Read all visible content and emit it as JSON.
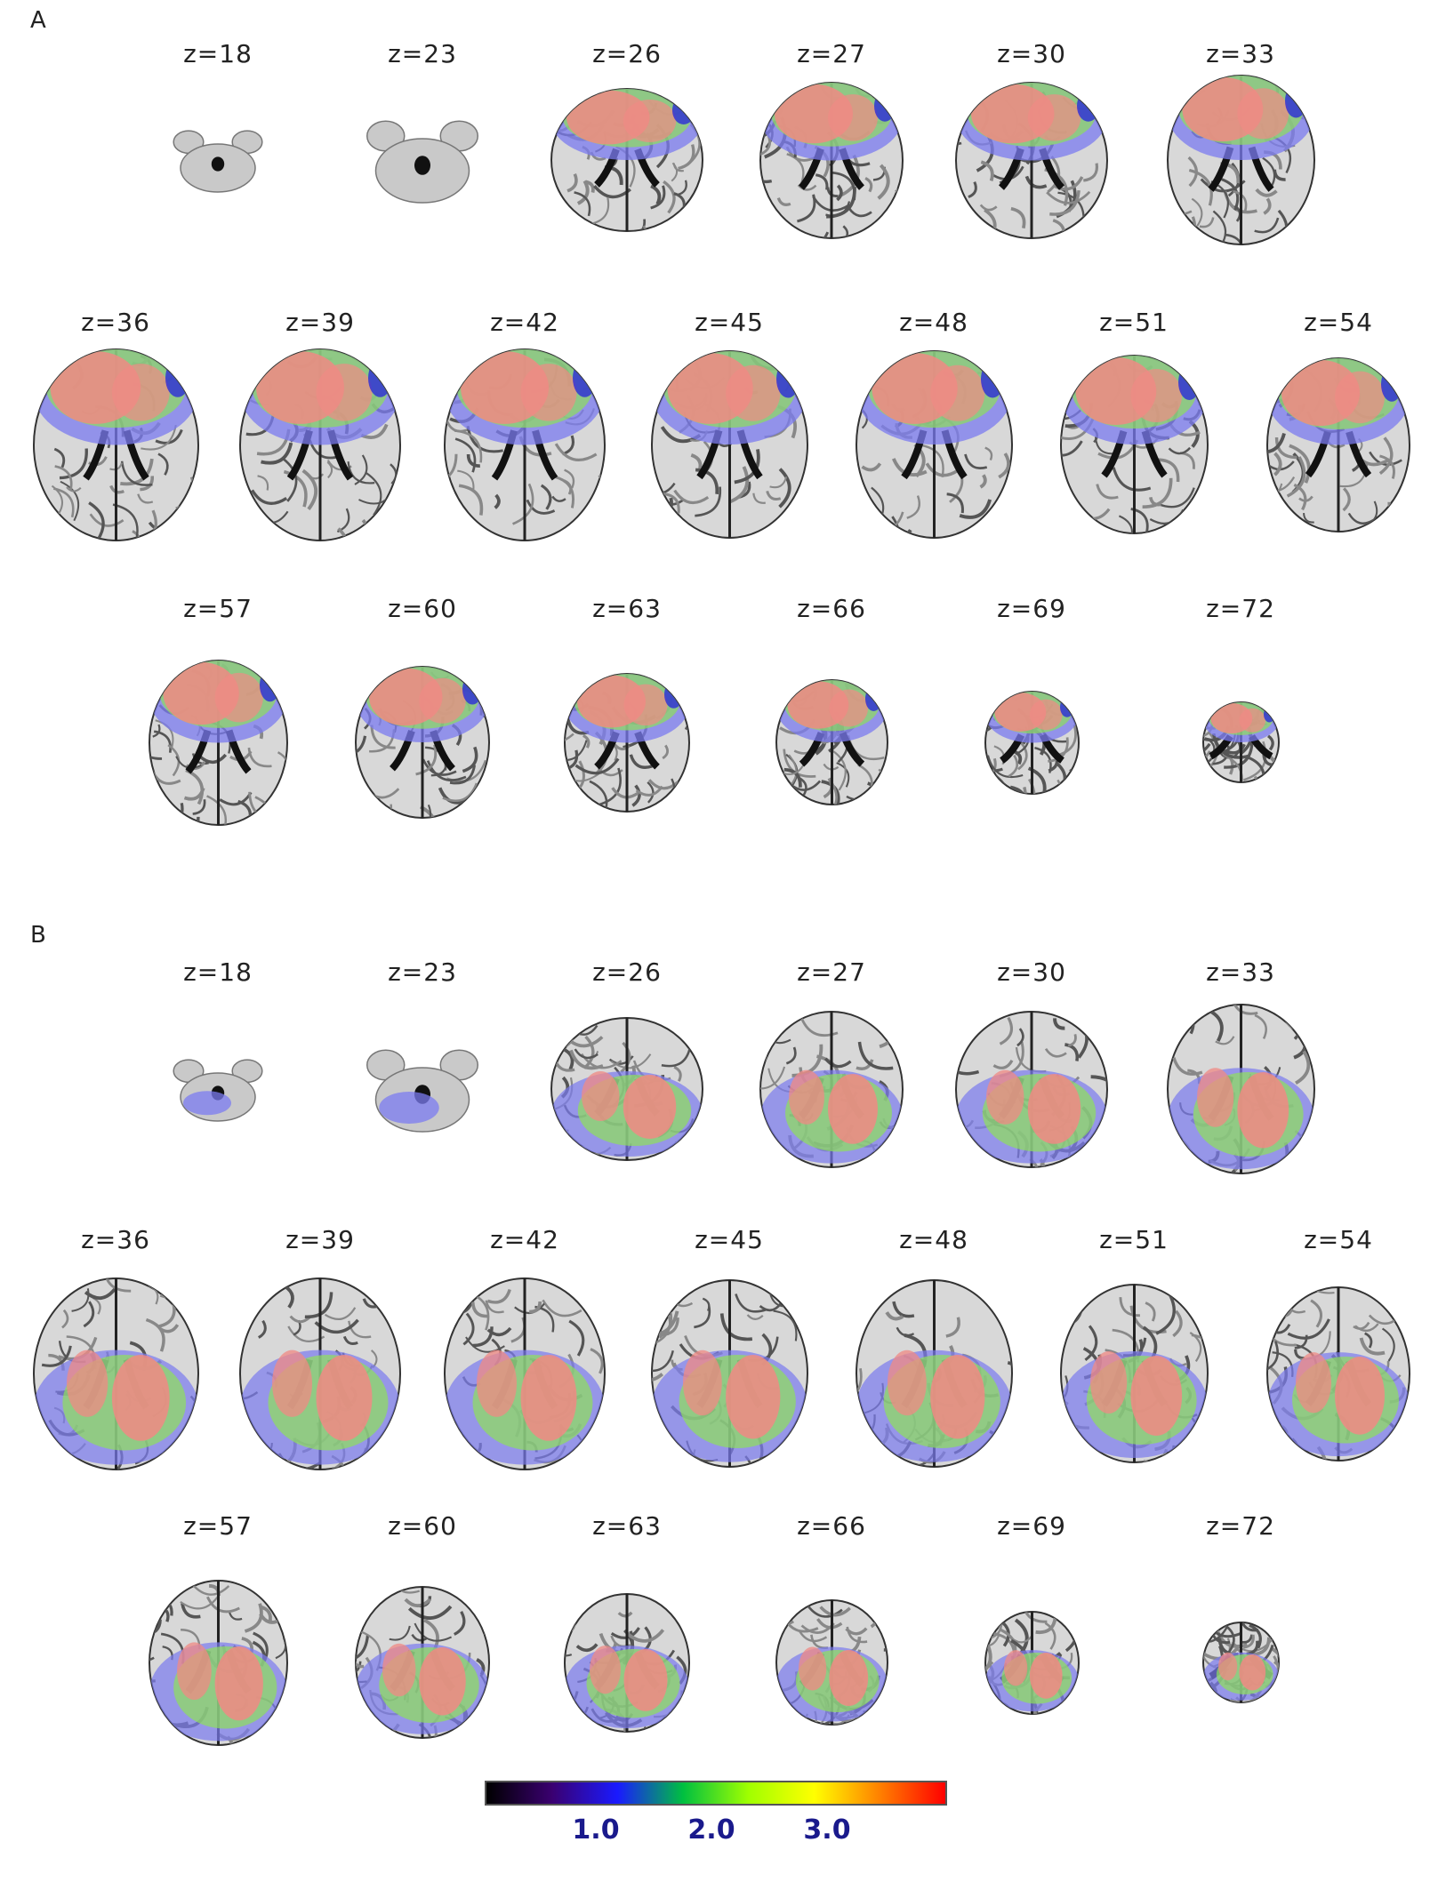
{
  "panels": [
    {
      "label": "A",
      "pattern": "frontal",
      "rows": [
        [
          "z=18",
          "z=23",
          "z=26",
          "z=27",
          "z=30",
          "z=33"
        ],
        [
          "z=36",
          "z=39",
          "z=42",
          "z=45",
          "z=48",
          "z=51",
          "z=54"
        ],
        [
          "z=57",
          "z=60",
          "z=63",
          "z=66",
          "z=69",
          "z=72"
        ]
      ]
    },
    {
      "label": "B",
      "pattern": "posterior",
      "rows": [
        [
          "z=18",
          "z=23",
          "z=26",
          "z=27",
          "z=30",
          "z=33"
        ],
        [
          "z=36",
          "z=39",
          "z=42",
          "z=45",
          "z=48",
          "z=51",
          "z=54"
        ],
        [
          "z=57",
          "z=60",
          "z=63",
          "z=66",
          "z=69",
          "z=72"
        ]
      ]
    }
  ],
  "colorbar": {
    "ticks": [
      "1.0",
      "2.0",
      "3.0"
    ],
    "tick_values": [
      1.0,
      2.0,
      3.0
    ],
    "range": [
      0,
      4.0
    ],
    "colors": [
      "#000000",
      "#3a0070",
      "#1a1aff",
      "#00c040",
      "#a0ff00",
      "#ffff00",
      "#ff8000",
      "#ff0000"
    ]
  },
  "overlay_colors": {
    "low": "#7b7bf0",
    "mid": "#8fe05a",
    "high": "#f08a84",
    "edge": "#2a2ad8"
  }
}
